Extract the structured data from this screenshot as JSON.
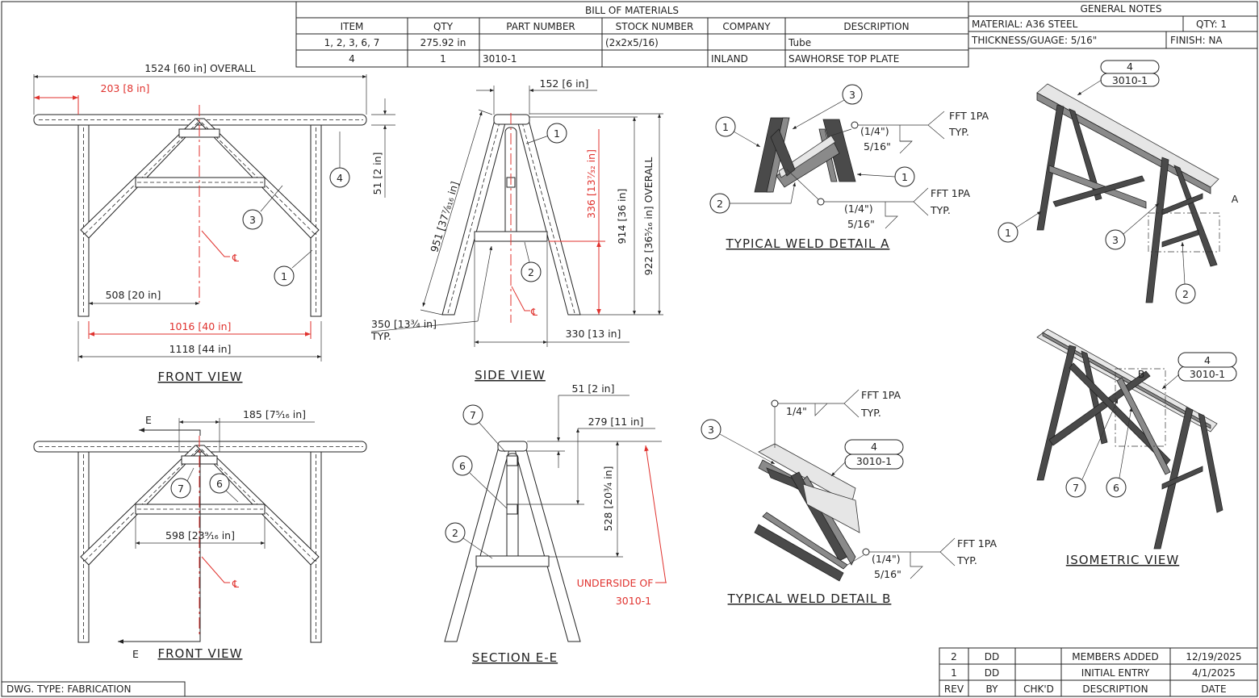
{
  "bom": {
    "title": "BILL OF MATERIALS",
    "headers": [
      "ITEM",
      "QTY",
      "PART NUMBER",
      "STOCK NUMBER",
      "COMPANY",
      "DESCRIPTION"
    ],
    "rows": [
      [
        "1, 2, 3, 6, 7",
        "275.92 in",
        "",
        "(2x2x5/16)",
        "",
        "Tube"
      ],
      [
        "4",
        "1",
        "3010-1",
        "",
        "INLAND",
        "SAWHORSE TOP PLATE"
      ]
    ]
  },
  "general_notes": {
    "title": "GENERAL NOTES",
    "material": "MATERIAL: A36 STEEL",
    "qty": "QTY: 1",
    "thickness": "THICKNESS/GUAGE: 5/16\"",
    "finish": "FINISH: NA"
  },
  "views": {
    "front": "FRONT VIEW",
    "front2": "FRONT VIEW",
    "side": "SIDE VIEW",
    "section": "SECTION E-E",
    "weld_a": "TYPICAL WELD DETAIL  A",
    "weld_b": "TYPICAL WELD DETAIL  B",
    "iso": "ISOMETRIC VIEW"
  },
  "dims": {
    "overall_len": "1524 [60 in] OVERALL",
    "d203": "203 [8 in]",
    "d51": "51 [2 in]",
    "d508": "508 [20 in]",
    "d1016": "1016 [40 in]",
    "d1118": "1118 [44 in]",
    "d152": "152 [6 in]",
    "d951": "951 [37⅞₁₆ in]",
    "d336": "336 [13⁷⁄₃₂ in]",
    "d914": "914 [36 in]",
    "d922": "922 [36⁵⁄₁₆ in] OVERALL",
    "d350": "350 [13¾ in]",
    "typ": "TYP.",
    "d330": "330 [13 in]",
    "d185": "185 [7⁵⁄₁₆ in]",
    "d598": "598 [23⁹⁄₁₆ in]",
    "s51": "51 [2 in]",
    "d279": "279 [11 in]",
    "d528": "528 [20¾ in]",
    "underside1": "UNDERSIDE OF",
    "underside2": "3010-1",
    "cl": "℄",
    "section_e": "E"
  },
  "weld": {
    "fft": "FFT 1PA",
    "typ": "TYP.",
    "quarter_paren": "(1/4\")",
    "quarter": "1/4\"",
    "five16": "5/16\""
  },
  "balloons": {
    "b1": "1",
    "b2": "2",
    "b3": "3",
    "b4": "4",
    "b6": "6",
    "b7": "7",
    "part": "3010-1",
    "detail_a": "A",
    "detail_b": "B"
  },
  "revisions": {
    "rows": [
      [
        "2",
        "DD",
        "",
        "MEMBERS ADDED",
        "12/19/2025"
      ],
      [
        "1",
        "DD",
        "",
        "INITIAL ENTRY",
        "4/1/2025"
      ]
    ],
    "headers": [
      "REV",
      "BY",
      "CHK'D",
      "DESCRIPTION",
      "DATE"
    ]
  },
  "dwg_type": "DWG. TYPE: FABRICATION",
  "colors": {
    "line": "#222222",
    "dimension_red": "#e0322e"
  }
}
